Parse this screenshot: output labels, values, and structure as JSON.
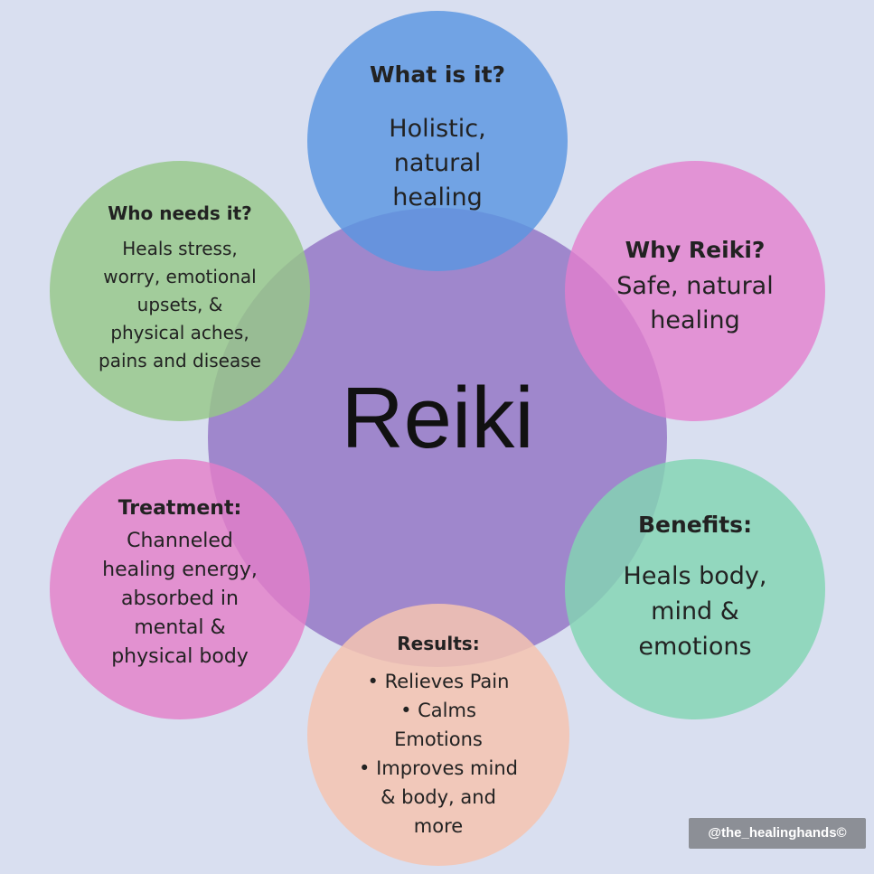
{
  "center": {
    "label": "Reiki",
    "color": "#9a7fc9"
  },
  "nodes": [
    {
      "id": "what",
      "title": "What is it?",
      "body": "Holistic,\nnatural\nhealing",
      "color": "#6b9fde"
    },
    {
      "id": "why",
      "title": "Why Reiki?",
      "body": "Safe, natural\nhealing",
      "color": "#e28bd0"
    },
    {
      "id": "benefits",
      "title": "Benefits:",
      "body": "Heals body,\nmind &\nemotions",
      "color": "#8ed6b5"
    },
    {
      "id": "results",
      "title": "Results:",
      "body": "• Relieves Pain\n• Calms\nEmotions\n• Improves mind\n& body, and\nmore",
      "color": "#f2c6b5"
    },
    {
      "id": "treatment",
      "title": "Treatment:",
      "body": "Channeled\nhealing energy,\nabsorbed in\nmental &\nphysical body",
      "color": "#e58bcd"
    },
    {
      "id": "who",
      "title": "Who needs it?",
      "body": "Heals stress,\nworry, emotional\nupsets, &\nphysical aches,\npains and disease",
      "color": "#9ccb8a"
    }
  ],
  "watermark": "@the_healinghands©"
}
